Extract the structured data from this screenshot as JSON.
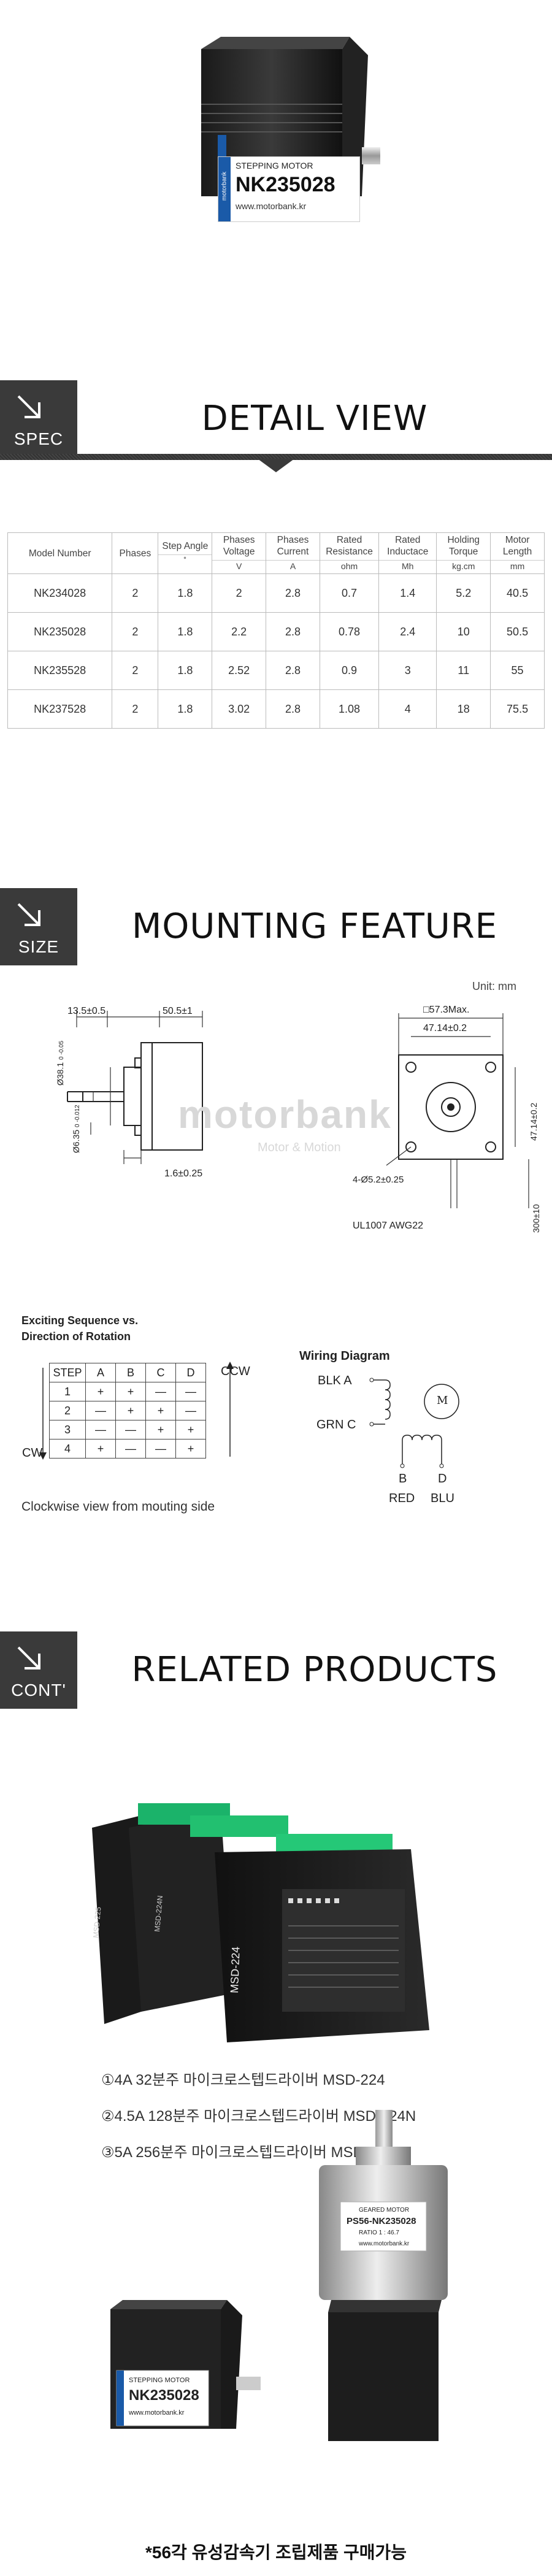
{
  "product_label": {
    "badge_text": "motorbank",
    "type_text": "STEPPING MOTOR",
    "model": "NK235028",
    "url": "www.motorbank.kr"
  },
  "sections": {
    "spec": {
      "badge": "SPEC",
      "title": "DETAIL VIEW"
    },
    "size": {
      "badge": "SIZE",
      "title": "MOUNTING FEATURE"
    },
    "cont": {
      "badge": "CONT'",
      "title": "RELATED PRODUCTS"
    }
  },
  "spec_table": {
    "headers": [
      {
        "name": "Model Number",
        "unit": ""
      },
      {
        "name": "Phases",
        "unit": ""
      },
      {
        "name": "Step Angle",
        "unit": "˚"
      },
      {
        "name": "Phases Voltage",
        "unit": "V"
      },
      {
        "name": "Phases Current",
        "unit": "A"
      },
      {
        "name": "Rated Resistance",
        "unit": "ohm"
      },
      {
        "name": "Rated Inductace",
        "unit": "Mh"
      },
      {
        "name": "Holding Torque",
        "unit": "kg.cm"
      },
      {
        "name": "Motor Length",
        "unit": "mm"
      }
    ],
    "rows": [
      [
        "NK234028",
        "2",
        "1.8",
        "2",
        "2.8",
        "0.7",
        "1.4",
        "5.2",
        "40.5"
      ],
      [
        "NK235028",
        "2",
        "1.8",
        "2.2",
        "2.8",
        "0.78",
        "2.4",
        "10",
        "50.5"
      ],
      [
        "NK235528",
        "2",
        "1.8",
        "2.52",
        "2.8",
        "0.9",
        "3",
        "11",
        "55"
      ],
      [
        "NK237528",
        "2",
        "1.8",
        "3.02",
        "2.8",
        "1.08",
        "4",
        "18",
        "75.5"
      ]
    ]
  },
  "mounting": {
    "unit_label": "Unit: mm",
    "dims": {
      "d1": "13.5±0.5",
      "d2": "50.5±1",
      "d3": "Ø38.1",
      "d3_tol": "0 -0.05",
      "d4": "Ø6.35",
      "d4_tol": "0 -0.012",
      "d5": "1.6±0.25",
      "d6": "□57.3Max.",
      "d7": "47.14±0.2",
      "d8": "47.14±0.2",
      "d9": "4-Ø5.2±0.25",
      "d10": "UL1007 AWG22",
      "d11": "300±10"
    },
    "watermark": "motorbank",
    "watermark_sub": "Motor & Motion",
    "sequence": {
      "title_line1": "Exciting Sequence vs.",
      "title_line2": "Direction of Rotation",
      "headers": [
        "STEP",
        "A",
        "B",
        "C",
        "D"
      ],
      "rows": [
        [
          "1",
          "+",
          "+",
          "—",
          "—"
        ],
        [
          "2",
          "—",
          "+",
          "+",
          "—"
        ],
        [
          "3",
          "—",
          "—",
          "+",
          "+"
        ],
        [
          "4",
          "+",
          "—",
          "—",
          "+"
        ]
      ],
      "ccw": "CCW",
      "cw": "CW",
      "caption": "Clockwise view from mouting side"
    },
    "wiring": {
      "title": "Wiring Diagram",
      "blk_a": "BLK A",
      "grn_c": "GRN C",
      "b": "B",
      "d": "D",
      "red": "RED",
      "blu": "BLU",
      "motor": "M"
    }
  },
  "driver_labels": [
    "MSD-224",
    "MSD-224N",
    "MSD-225"
  ],
  "related_products": [
    "①4A 32분주 마이크로스텝드라이버 MSD-224",
    "②4.5A 128분주 마이크로스텝드라이버 MSD-224N",
    "③5A 256분주 마이크로스텝드라이버 MSD-225"
  ],
  "gearbox_label": {
    "type_text": "GEARED MOTOR",
    "model": "PS56-NK235028",
    "ratio": "RATIO 1 : 46.7",
    "url": "www.motorbank.kr"
  },
  "bottom_caption": "*56각 유성감속기 조립제품 구매가능"
}
